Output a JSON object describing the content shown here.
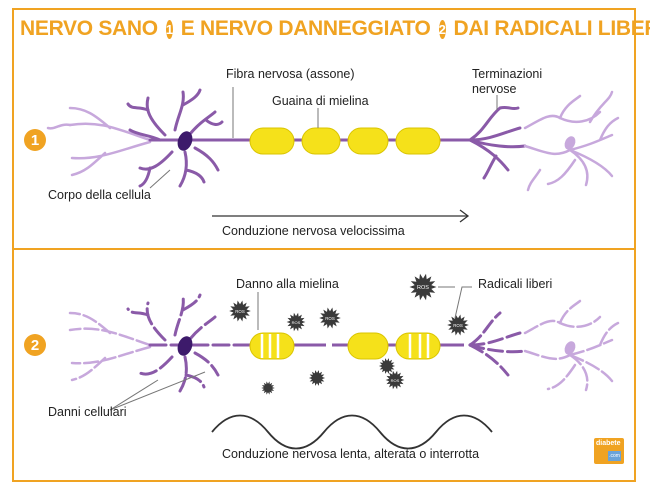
{
  "title": {
    "part1": "NERVO SANO",
    "num1": "1",
    "part2": "E NERVO DANNEGGIATO",
    "num2": "2",
    "part3": "DAI RADICALI LIBERI"
  },
  "panel1": {
    "badge": "1",
    "axon_label": "Fibra nervosa (assone)",
    "myelin_label": "Guaina di mielina",
    "terminals_label_line1": "Terminazioni",
    "terminals_label_line2": "nervose",
    "cell_body_label": "Corpo della cellula",
    "conduction_label": "Conduzione nervosa velocissima"
  },
  "panel2": {
    "badge": "2",
    "myelin_damage_label": "Danno alla mielina",
    "free_radicals_label": "Radicali liberi",
    "cell_damage_label": "Danni cellulari",
    "conduction_label": "Conduzione nervosa lenta, alterata o interrotta",
    "ros_tag": "ROS"
  },
  "logo": {
    "text": "diabete",
    "sub": ".com"
  },
  "colors": {
    "accent": "#f0a322",
    "neuron_dark": "#8a5aa8",
    "neuron_light": "#c7a8dc",
    "nucleus": "#3d1a6b",
    "myelin_fill": "#f5e11a",
    "myelin_stroke": "#d9c400",
    "radical": "#3a3a3a"
  }
}
